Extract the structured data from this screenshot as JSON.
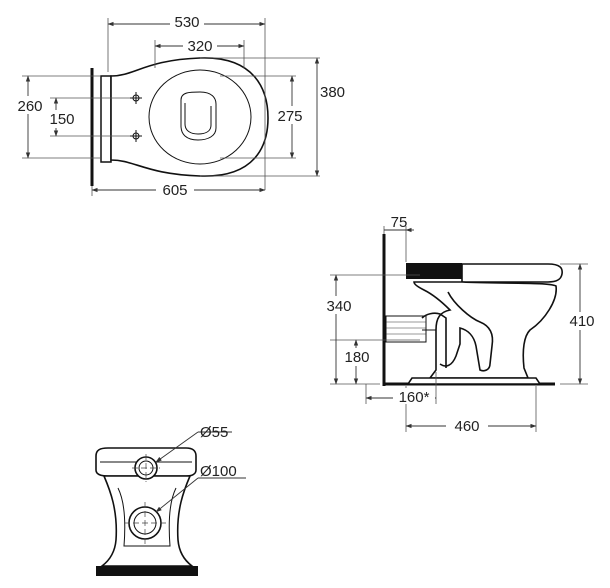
{
  "top_view": {
    "dim_overall_length": "530",
    "dim_seat_opening": "320",
    "dim_overall_width": "380",
    "dim_seat_width": "275",
    "dim_bracket_height": "260",
    "dim_fixing_centres": "150",
    "dim_projection": "605"
  },
  "side_view": {
    "dim_wall_gap": "75",
    "dim_inlet_height": "340",
    "dim_outlet_height": "180",
    "dim_total_height": "410",
    "dim_outlet_setout": "160*",
    "dim_base_depth": "460"
  },
  "front_view": {
    "dim_inlet_diameter": "Ø55",
    "dim_outlet_diameter": "Ø100"
  },
  "colors": {
    "line": "#111111",
    "dimension": "#333333",
    "text": "#222222"
  }
}
